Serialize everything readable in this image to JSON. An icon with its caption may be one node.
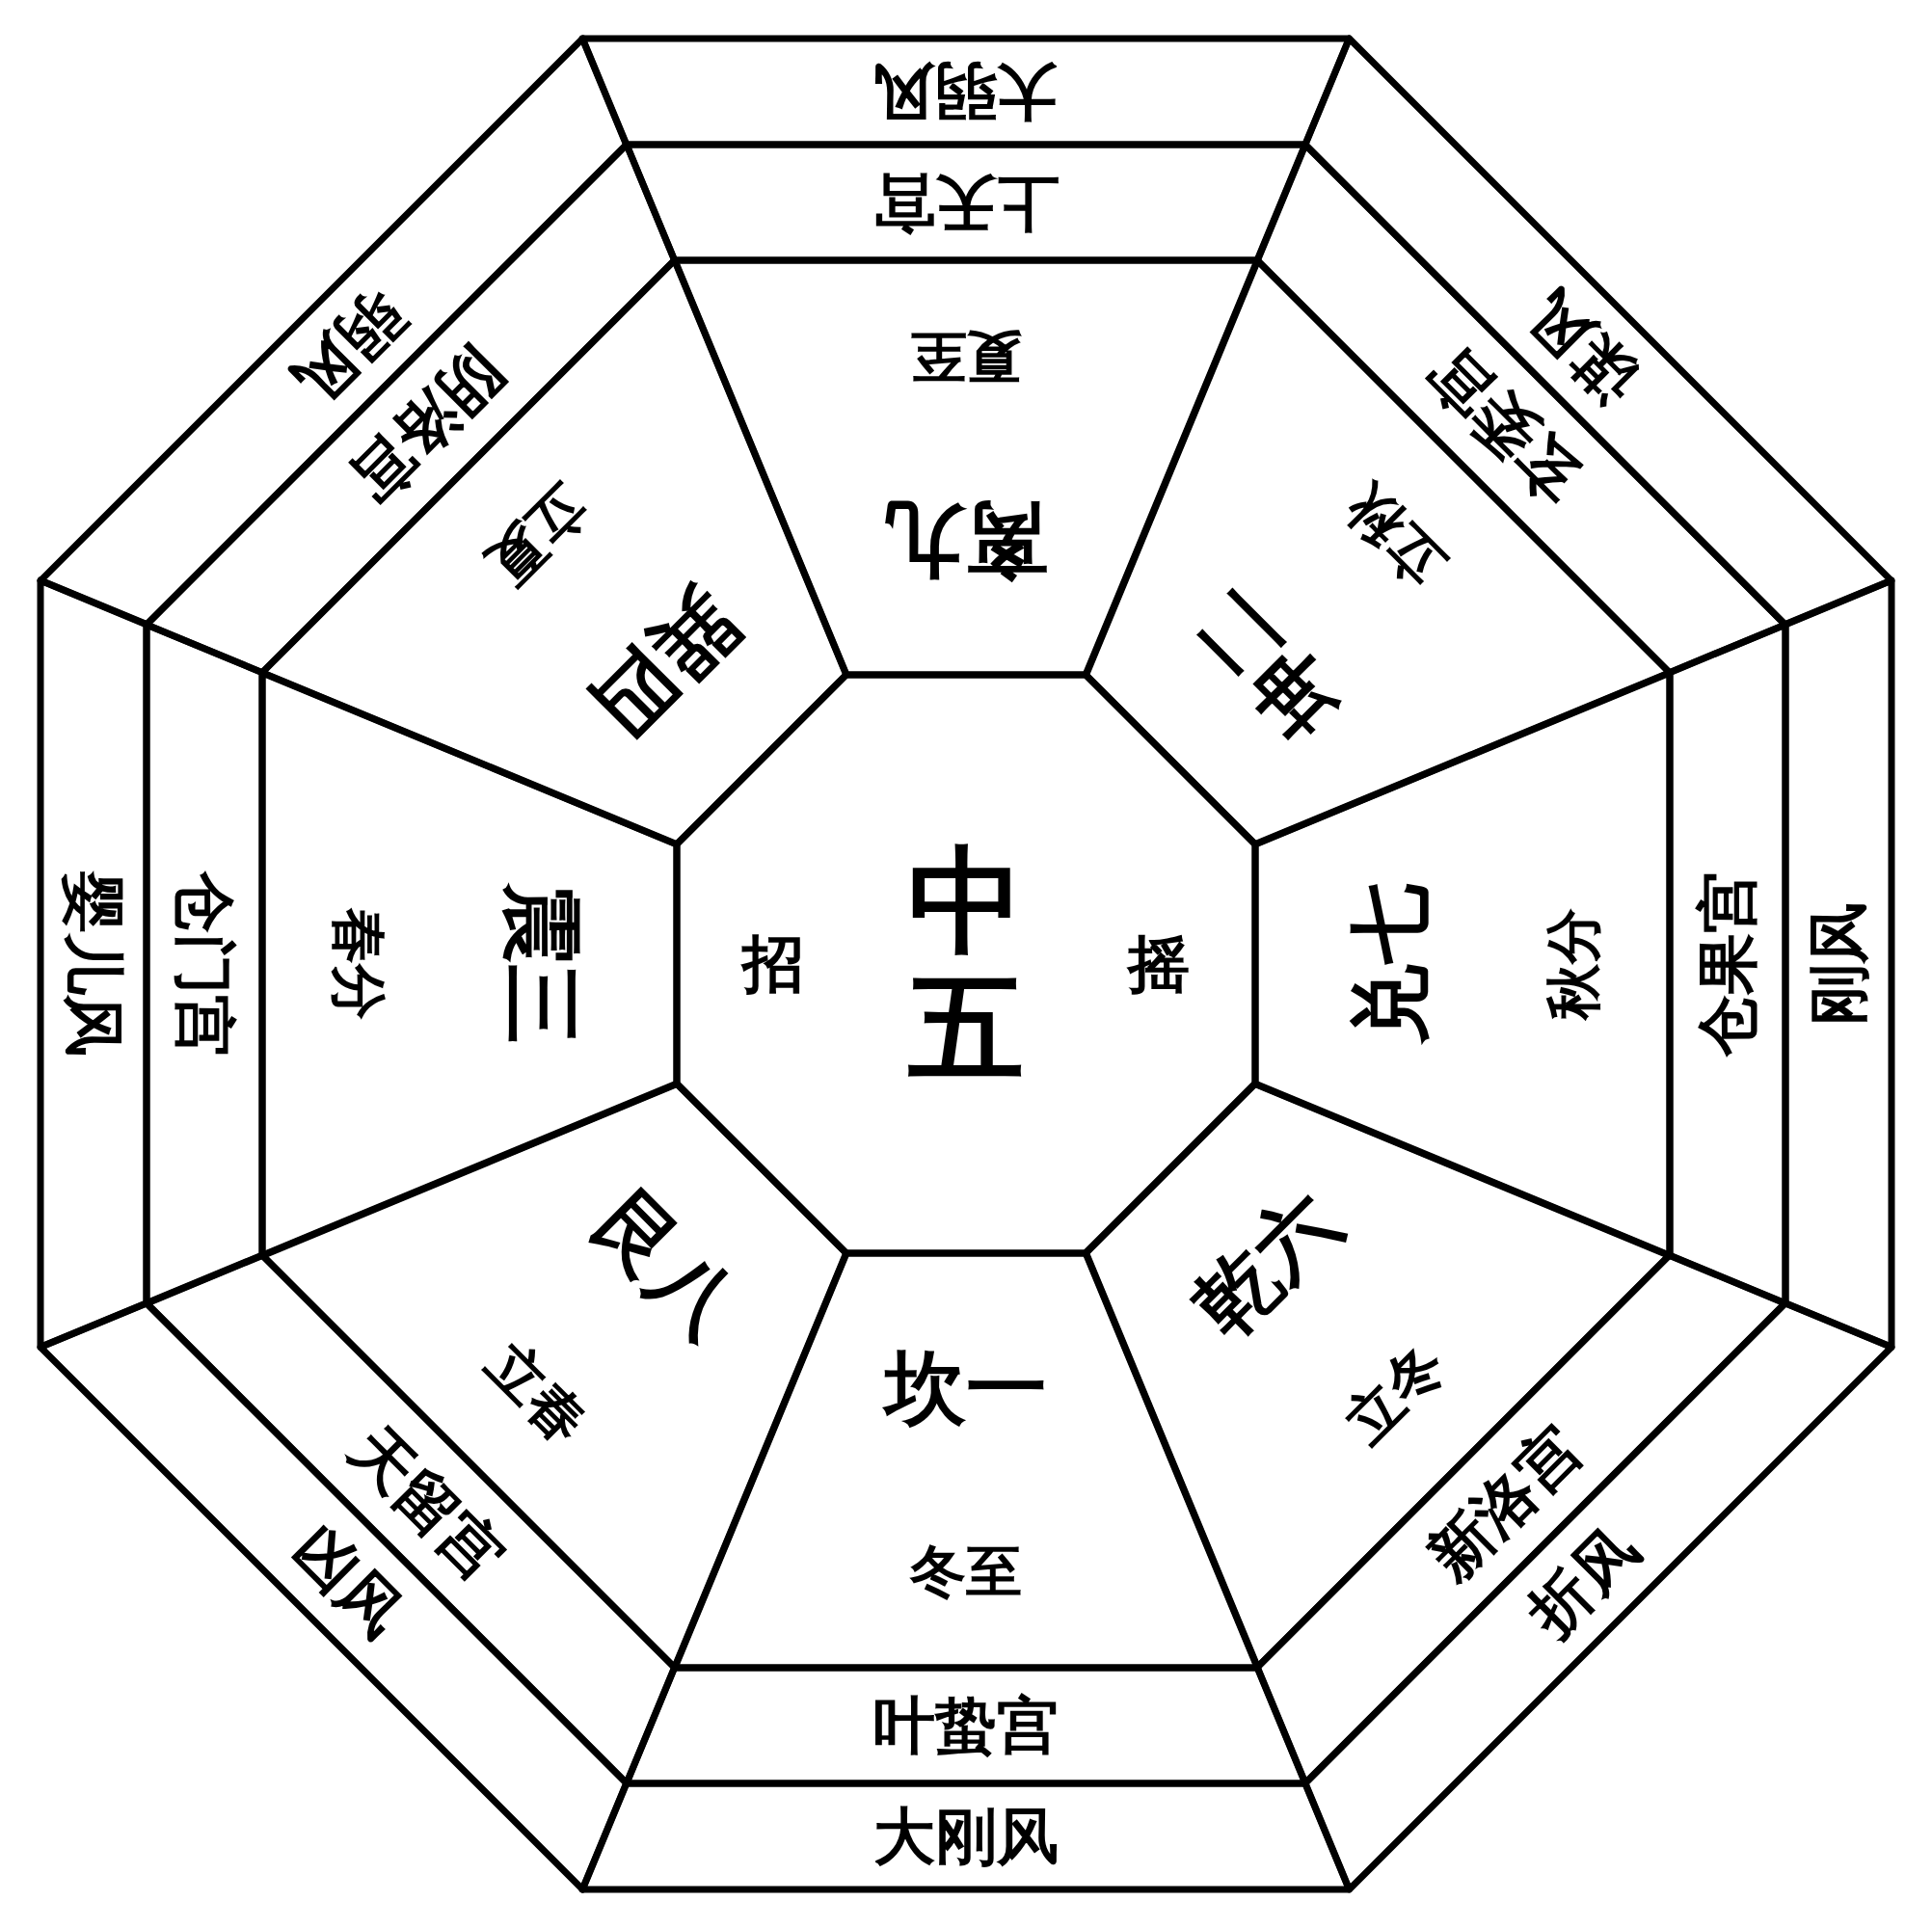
{
  "diagram": {
    "nodes": [
      {
        "text": [
          "招",
          "中五",
          "摇"
        ]
      },
      {
        "text": [
          "离九",
          "夏至"
        ]
      },
      {
        "text": [
          "上天宫"
        ]
      },
      {
        "text": [
          "大弱风"
        ]
      },
      {
        "text": [
          "坤二",
          "立秋"
        ]
      },
      {
        "text": [
          "玄委宫"
        ]
      },
      {
        "text": [
          "谋风"
        ]
      },
      {
        "text": [
          "兑七",
          "秋分"
        ]
      },
      {
        "text": [
          "仓果宫"
        ]
      },
      {
        "text": [
          "刚风"
        ]
      },
      {
        "text": [
          "乾六",
          "立冬"
        ]
      },
      {
        "text": [
          "新洛宫"
        ]
      },
      {
        "text": [
          "折风"
        ]
      },
      {
        "text": [
          "坎一",
          "冬至"
        ]
      },
      {
        "text": [
          "叶蛰宫"
        ]
      },
      {
        "text": [
          "大刚风"
        ]
      },
      {
        "text": [
          "艮八",
          "立春"
        ]
      },
      {
        "text": [
          "天留宫"
        ]
      },
      {
        "text": [
          "凶风"
        ]
      },
      {
        "text": [
          "震三",
          "春分"
        ]
      },
      {
        "text": [
          "仓门宫"
        ]
      },
      {
        "text": [
          "婴儿风"
        ]
      },
      {
        "text": [
          "巽四",
          "立夏"
        ]
      },
      {
        "text": [
          "阴洛宫"
        ]
      },
      {
        "text": [
          "弱风"
        ]
      }
    ]
  }
}
